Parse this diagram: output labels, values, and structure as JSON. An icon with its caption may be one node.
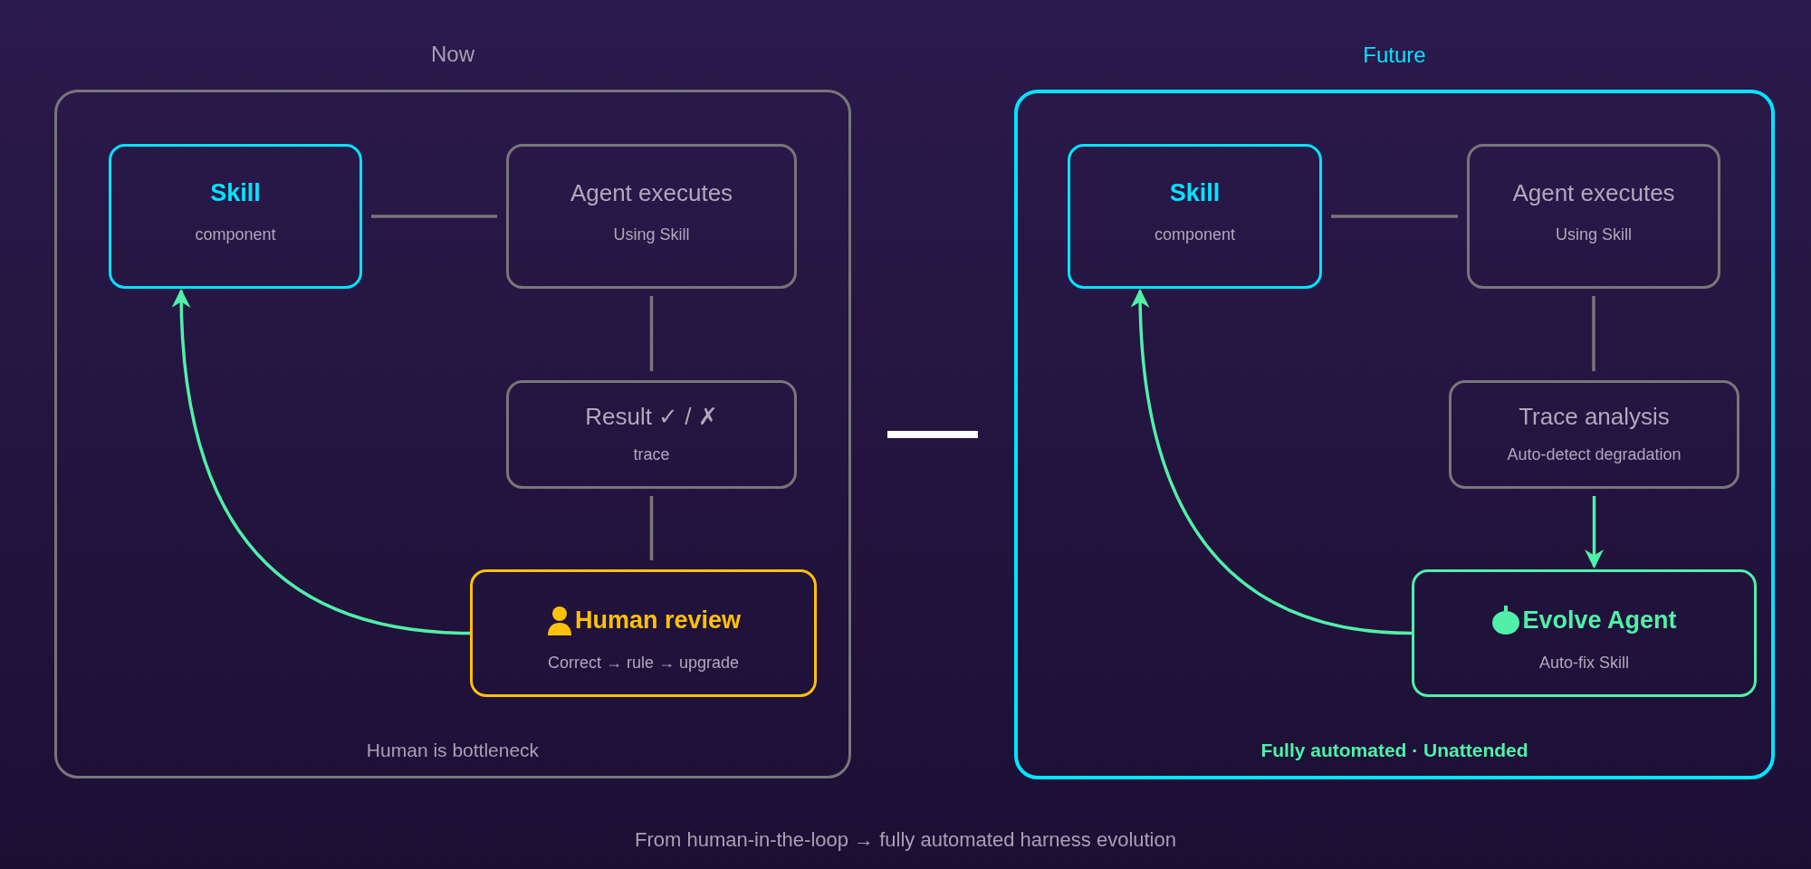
{
  "diagram": {
    "caption": "From human-in-the-loop → fully automated harness evolution",
    "nodes": [
      {
        "text": [
          "Now",
          "Human is bottleneck"
        ]
      },
      {
        "text": [
          "Skill",
          "component"
        ],
        "in": 0
      },
      {
        "text": [
          "Agent executes",
          "Using Skill"
        ],
        "in": 0
      },
      {
        "text": [
          "Result ✓ / ✗",
          "trace"
        ],
        "in": 0
      },
      {
        "text": [
          "Human review",
          "Correct → rule → upgrade"
        ],
        "in": 0
      },
      {
        "text": [
          "Future",
          "Fully automated · Unattended"
        ]
      },
      {
        "text": [
          "Skill",
          "component"
        ],
        "in": 5
      },
      {
        "text": [
          "Agent executes",
          "Using Skill"
        ],
        "in": 5
      },
      {
        "text": [
          "Trace analysis",
          "Auto-detect degradation"
        ],
        "in": 5
      },
      {
        "text": [
          "Evolve Agent",
          "Auto-fix Skill"
        ],
        "in": 5
      }
    ],
    "edges": [
      {
        "from": 1,
        "to": 2,
        "arrow": "none"
      },
      {
        "from": 2,
        "to": 3,
        "arrow": "none"
      },
      {
        "from": 3,
        "to": 4,
        "arrow": "none"
      },
      {
        "from": 4,
        "to": 1,
        "arrow": "to",
        "color": "#50f0a8"
      },
      {
        "from": 6,
        "to": 7,
        "arrow": "none"
      },
      {
        "from": 7,
        "to": 8,
        "arrow": "none"
      },
      {
        "from": 8,
        "to": 9,
        "arrow": "to",
        "color": "#50f0a8"
      },
      {
        "from": 9,
        "to": 6,
        "arrow": "to",
        "color": "#50f0a8"
      }
    ]
  }
}
